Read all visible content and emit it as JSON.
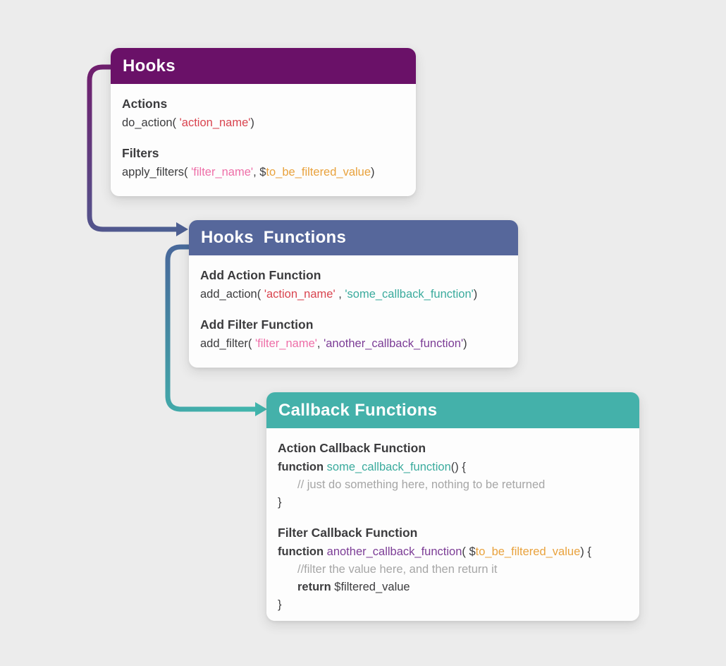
{
  "colors": {
    "page_bg": "#ececec",
    "card_bg": "#fdfdfd",
    "header_text": "#ffffff",
    "dark": "#3c3c3e",
    "gray": "#a6a6a6",
    "red": "#d9444f",
    "pink": "#ee6fa8",
    "orange": "#e9a23d",
    "teal": "#3aab9d",
    "purple": "#7c3d96",
    "arrow1_start": "#701d6d",
    "arrow1_end": "#4d5f92",
    "arrow2_start": "#48689b",
    "arrow2_end": "#41b4ac"
  },
  "cards": [
    {
      "name": "hooks",
      "title": "Hooks",
      "header_color": "#6a1168",
      "sections": [
        {
          "heading": "Actions",
          "lines": [
            {
              "indent": false,
              "segments": [
                {
                  "t": "do_action( ",
                  "c": "dark"
                },
                {
                  "t": "'action_name'",
                  "c": "red"
                },
                {
                  "t": ")",
                  "c": "dark"
                }
              ]
            }
          ]
        },
        {
          "heading": "Filters",
          "lines": [
            {
              "indent": false,
              "segments": [
                {
                  "t": "apply_filters( ",
                  "c": "dark"
                },
                {
                  "t": "'filter_name'",
                  "c": "pink"
                },
                {
                  "t": ", $",
                  "c": "dark"
                },
                {
                  "t": "to_be_filtered_value",
                  "c": "orange"
                },
                {
                  "t": ")",
                  "c": "dark"
                }
              ]
            }
          ]
        }
      ]
    },
    {
      "name": "hooks-functions",
      "title": "Hooks  Functions",
      "header_color": "#56679b",
      "sections": [
        {
          "heading": "Add Action Function",
          "lines": [
            {
              "indent": false,
              "segments": [
                {
                  "t": "add_action( ",
                  "c": "dark"
                },
                {
                  "t": "'action_name'",
                  "c": "red"
                },
                {
                  "t": " , ",
                  "c": "dark"
                },
                {
                  "t": "'some_callback_function'",
                  "c": "teal"
                },
                {
                  "t": ")",
                  "c": "dark"
                }
              ]
            }
          ]
        },
        {
          "heading": "Add Filter Function",
          "lines": [
            {
              "indent": false,
              "segments": [
                {
                  "t": "add_filter( ",
                  "c": "dark"
                },
                {
                  "t": "'filter_name'",
                  "c": "pink"
                },
                {
                  "t": ", ",
                  "c": "dark"
                },
                {
                  "t": "'another_callback_function'",
                  "c": "purple"
                },
                {
                  "t": ")",
                  "c": "dark"
                }
              ]
            }
          ]
        }
      ]
    },
    {
      "name": "callback-functions",
      "title": "Callback Functions",
      "header_color": "#44b1aa",
      "sections": [
        {
          "heading": "Action Callback Function",
          "lines": [
            {
              "indent": false,
              "segments": [
                {
                  "t": "function ",
                  "c": "dark",
                  "b": true
                },
                {
                  "t": "some_callback_function",
                  "c": "teal"
                },
                {
                  "t": "() {",
                  "c": "dark"
                }
              ]
            },
            {
              "indent": true,
              "segments": [
                {
                  "t": "// just do something here, nothing to be returned",
                  "c": "gray"
                }
              ]
            },
            {
              "indent": false,
              "segments": [
                {
                  "t": "}",
                  "c": "dark"
                }
              ]
            }
          ]
        },
        {
          "heading": "Filter Callback Function",
          "lines": [
            {
              "indent": false,
              "segments": [
                {
                  "t": "function ",
                  "c": "dark",
                  "b": true
                },
                {
                  "t": "another_callback_function",
                  "c": "purple"
                },
                {
                  "t": "( $",
                  "c": "dark"
                },
                {
                  "t": "to_be_filtered_value",
                  "c": "orange"
                },
                {
                  "t": ") {",
                  "c": "dark"
                }
              ]
            },
            {
              "indent": true,
              "segments": [
                {
                  "t": "//filter the value here, and then return it",
                  "c": "gray"
                }
              ]
            },
            {
              "indent": true,
              "segments": [
                {
                  "t": "return ",
                  "c": "dark",
                  "b": true
                },
                {
                  "t": "$filtered_value",
                  "c": "dark"
                }
              ]
            },
            {
              "indent": false,
              "segments": [
                {
                  "t": "}",
                  "c": "dark"
                }
              ]
            }
          ]
        }
      ]
    }
  ]
}
